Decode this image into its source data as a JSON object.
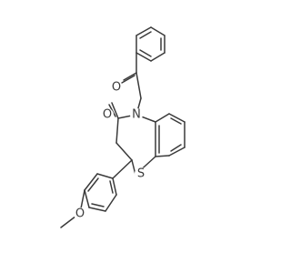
{
  "molecule": {
    "atoms": {
      "O_keto": "O",
      "N_ring": "N",
      "O_lactam": "O",
      "S_ring": "S",
      "O_methoxy": "O"
    }
  }
}
